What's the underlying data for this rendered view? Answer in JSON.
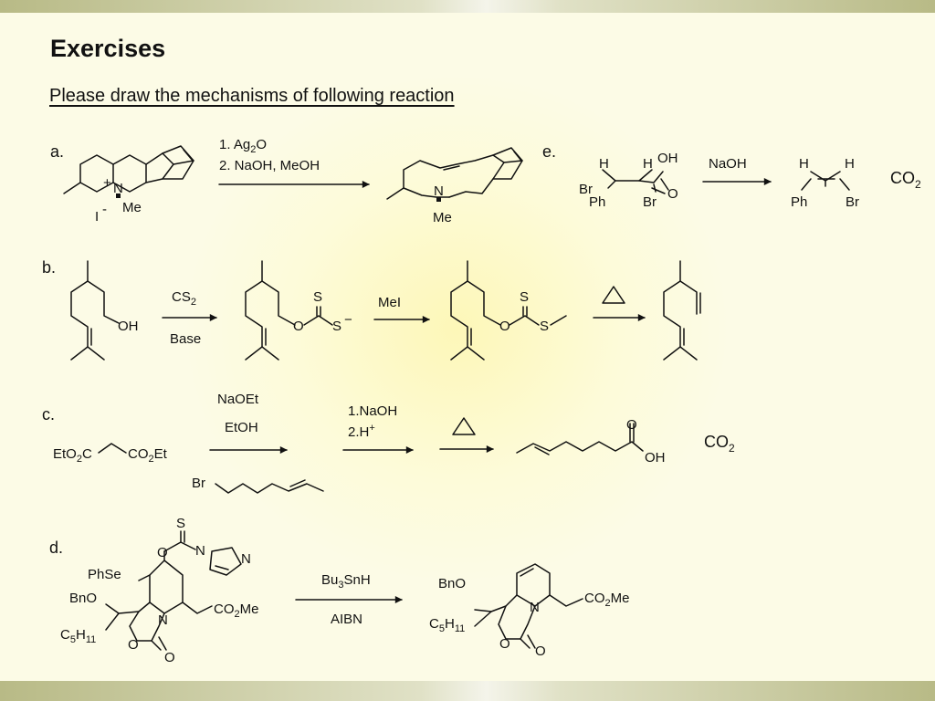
{
  "slide": {
    "title": "Exercises",
    "subtitle": "Please draw the mechanisms of following reaction"
  },
  "reactions": {
    "a": {
      "label": "a.",
      "reagent_1": "1. Ag",
      "reagent_1_sub": "2",
      "reagent_1_tail": "O",
      "reagent_2": "2. NaOH, MeOH",
      "atoms": {
        "N": "N",
        "plus": "+",
        "Me": "Me",
        "iodide": "I",
        "minus": "-"
      }
    },
    "b": {
      "label": "b.",
      "step1_top": "CS",
      "step1_top_sub": "2",
      "step1_bottom": "Base",
      "step2": "MeI",
      "atoms": {
        "OH": "OH",
        "O": "O",
        "S": "S",
        "minus": "−"
      }
    },
    "c": {
      "label": "c.",
      "reagent_top": "NaOEt",
      "reagent_mid": "EtOH",
      "step2_1": "1.NaOH",
      "step2_2": "2.H",
      "step2_2_sup": "+",
      "co2_main": "CO",
      "co2_sub": "2",
      "atoms": {
        "EtO": "EtO",
        "C": "C",
        "CO": "CO",
        "Et": "Et",
        "two": "2",
        "Br": "Br",
        "O": "O",
        "OH": "OH"
      }
    },
    "d": {
      "label": "d.",
      "reagent_top": "Bu",
      "reagent_top_sub": "3",
      "reagent_top_tail": "SnH",
      "reagent_bottom": "AIBN",
      "atoms": {
        "S": "S",
        "O": "O",
        "N": "N",
        "PhSe": "PhSe",
        "BnO": "BnO",
        "C": "C",
        "H": "H",
        "five": "5",
        "eleven": "11",
        "CO2Me_a": "CO",
        "CO2Me_b": "2",
        "CO2Me_c": "Me"
      }
    },
    "e": {
      "label": "e.",
      "reagent": "NaOH",
      "co2_main": "CO",
      "co2_sub": "2",
      "atoms": {
        "H": "H",
        "Br": "Br",
        "Ph": "Ph",
        "OH": "OH",
        "O": "O"
      }
    }
  }
}
